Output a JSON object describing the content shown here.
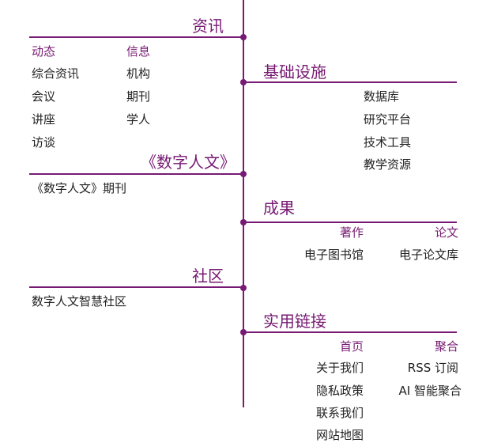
{
  "news": {
    "title": "资讯",
    "col1": {
      "header": "动态",
      "items": [
        "综合资讯",
        "会议",
        "讲座",
        "访谈"
      ]
    },
    "col2": {
      "header": "信息",
      "items": [
        "机构",
        "期刊",
        "学人"
      ]
    }
  },
  "journal": {
    "title": "《数字人文》",
    "items": [
      "《数字人文》期刊"
    ]
  },
  "community": {
    "title": "社区",
    "items": [
      "数字人文智慧社区"
    ]
  },
  "infra": {
    "title": "基础设施",
    "items": [
      "数据库",
      "研究平台",
      "技术工具",
      "教学资源"
    ]
  },
  "results": {
    "title": "成果",
    "col1": {
      "header": "著作",
      "items": [
        "电子图书馆"
      ]
    },
    "col2": {
      "header": "论文",
      "items": [
        "电子论文库"
      ]
    }
  },
  "links": {
    "title": "实用链接",
    "col1": {
      "header": "首页",
      "items": [
        "关于我们",
        "隐私政策",
        "联系我们",
        "网站地图"
      ]
    },
    "col2": {
      "header": "聚合",
      "items": [
        "RSS 订阅",
        "AI 智能聚合"
      ]
    }
  },
  "colors": {
    "accent": "#771a73"
  }
}
